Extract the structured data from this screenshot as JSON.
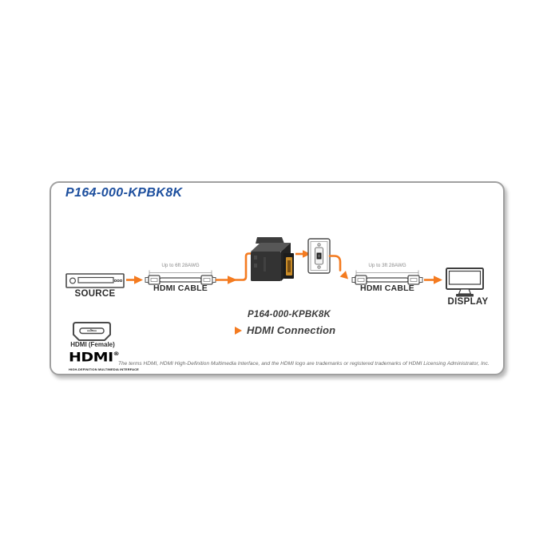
{
  "card": {
    "title": "P164-000-KPBK8K"
  },
  "diagram": {
    "source_label": "SOURCE",
    "display_label": "DISPLAY",
    "cable_left": {
      "length_label": "Up to 6ft 28AWG",
      "name_label": "HDMI CABLE"
    },
    "cable_right": {
      "length_label": "Up to 3ft 28AWG",
      "name_label": "HDMI CABLE"
    },
    "product_model_caption": "P164-000-KPBK8K",
    "connection_label": "HDMI Connection"
  },
  "legend": {
    "hdmi_female_label": "HDMI (Female)",
    "hdmi_logo_word": "HDMI",
    "hdmi_logo_registered": "®",
    "hdmi_logo_caption": "HIGH-DEFINITION MULTIMEDIA INTERFACE",
    "trademark_notice": "The terms HDMI, HDMI High-Definition Multimedia Interface, and the HDMI logo are trademarks or registered trademarks of HDMI Licensing Administrator, Inc."
  },
  "icons": {
    "source": "source-device-icon",
    "display": "display-monitor-icon",
    "coupler": "keystone-hdmi-coupler-icon",
    "wall_plate": "keystone-wall-plate-icon",
    "hdmi_female": "hdmi-female-connector-icon",
    "flow_arrows": "orange-flow-arrow-icon"
  },
  "colors": {
    "accent_orange": "#F47B20",
    "title_blue": "#1D4F9E",
    "text_dark": "#3A3A3A",
    "device_outline": "#4A4A4A",
    "card_border": "#A0A0A0"
  }
}
